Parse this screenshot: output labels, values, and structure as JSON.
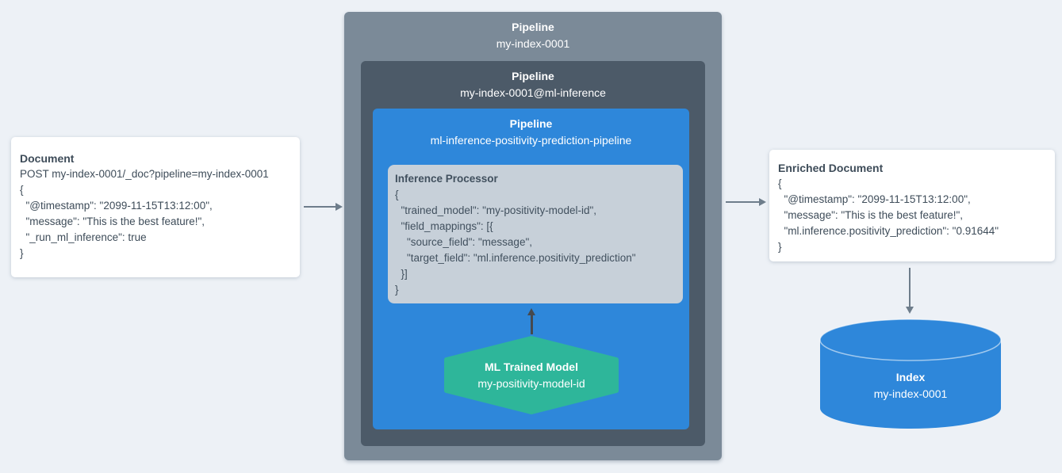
{
  "colors": {
    "background": "#edf1f6",
    "outer_pipeline_box": "#7b8a98",
    "ml_pipeline_box": "#4c5a68",
    "inference_pipeline_box": "#2e87da",
    "processor_box": "#c7d0d9",
    "trained_model_hexagon": "#2eb69a",
    "index_cylinder": "#2e87da",
    "card_background": "#ffffff",
    "dark_text": "#3e4c59",
    "arrow_gray": "#6e7d8b",
    "arrow_dark": "#46494e"
  },
  "document_card": {
    "title": "Document",
    "lines": [
      "POST my-index-0001/_doc?pipeline=my-index-0001",
      "{",
      "  \"@timestamp\": \"2099-11-15T13:12:00\",",
      "  \"message\": \"This is the best feature!\",",
      "  \"_run_ml_inference\": true",
      "}"
    ]
  },
  "outer_pipeline": {
    "label": "Pipeline",
    "name": "my-index-0001"
  },
  "ml_pipeline": {
    "label": "Pipeline",
    "name": "my-index-0001@ml-inference"
  },
  "inference_pipeline": {
    "label": "Pipeline",
    "name": "ml-inference-positivity-prediction-pipeline"
  },
  "inference_processor": {
    "title": "Inference Processor",
    "lines": [
      "{",
      "  \"trained_model\": \"my-positivity-model-id\",",
      "  \"field_mappings\": [{",
      "    \"source_field\": \"message\",",
      "    \"target_field\": \"ml.inference.positivity_prediction\"",
      "  }]",
      "}"
    ]
  },
  "trained_model": {
    "title": "ML Trained Model",
    "name": "my-positivity-model-id"
  },
  "enriched_card": {
    "title": "Enriched Document",
    "lines": [
      "{",
      "  \"@timestamp\": \"2099-11-15T13:12:00\",",
      "  \"message\": \"This is the best feature!\",",
      "  \"ml.inference.positivity_prediction\": \"0.91644\"",
      "}"
    ]
  },
  "index": {
    "label": "Index",
    "name": "my-index-0001"
  }
}
